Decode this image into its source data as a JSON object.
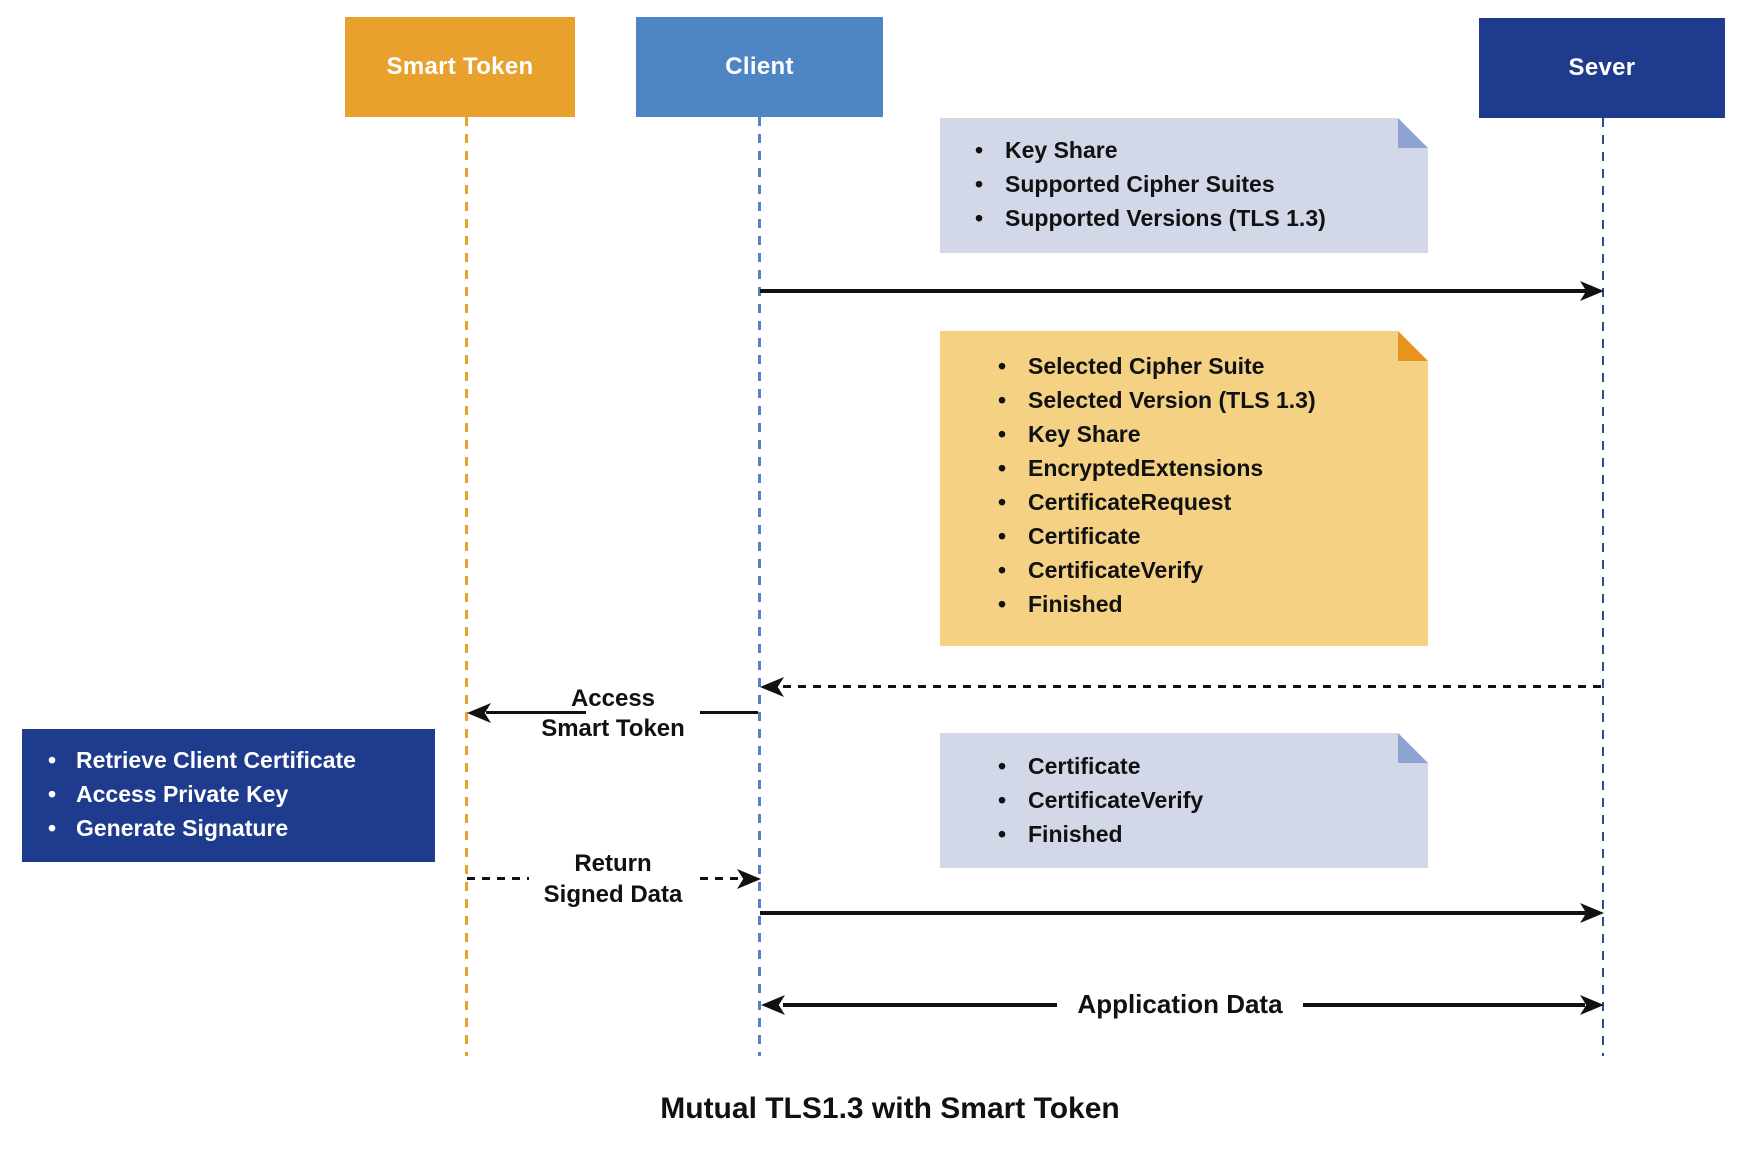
{
  "title": "Mutual TLS1.3 with Smart Token",
  "actors": {
    "smart_token": {
      "label": "Smart Token",
      "color": "#E9A12D"
    },
    "client": {
      "label": "Client",
      "color": "#4E86C5"
    },
    "server": {
      "label": "Sever",
      "color": "#1F3B8D"
    }
  },
  "notes": {
    "client_hello": {
      "items": [
        "Key Share",
        "Supported Cipher Suites",
        "Supported Versions (TLS 1.3)"
      ]
    },
    "server_hello": {
      "items": [
        "Selected Cipher Suite",
        "Selected Version (TLS 1.3)",
        "Key Share",
        "EncryptedExtensions",
        "CertificateRequest",
        "Certificate",
        "CertificateVerify",
        "Finished"
      ]
    },
    "smart_token_ops": {
      "items": [
        "Retrieve Client Certificate",
        "Access Private Key",
        "Generate Signature"
      ]
    },
    "client_cert": {
      "items": [
        "Certificate",
        "CertificateVerify",
        "Finished"
      ]
    }
  },
  "messages": {
    "access_smart_token": {
      "line1": "Access",
      "line2": "Smart Token"
    },
    "return_signed_data": {
      "line1": "Return",
      "line2": "Signed Data"
    },
    "application_data": {
      "label": "Application Data"
    }
  },
  "colors": {
    "note_blue_bg": "#D3D8E9",
    "note_blue_fold": "#8FA3D2",
    "note_orange_bg": "#F5D184",
    "note_orange_fold": "#E8941C",
    "process_box_bg": "#1F3B8D",
    "arrow": "#111111"
  }
}
